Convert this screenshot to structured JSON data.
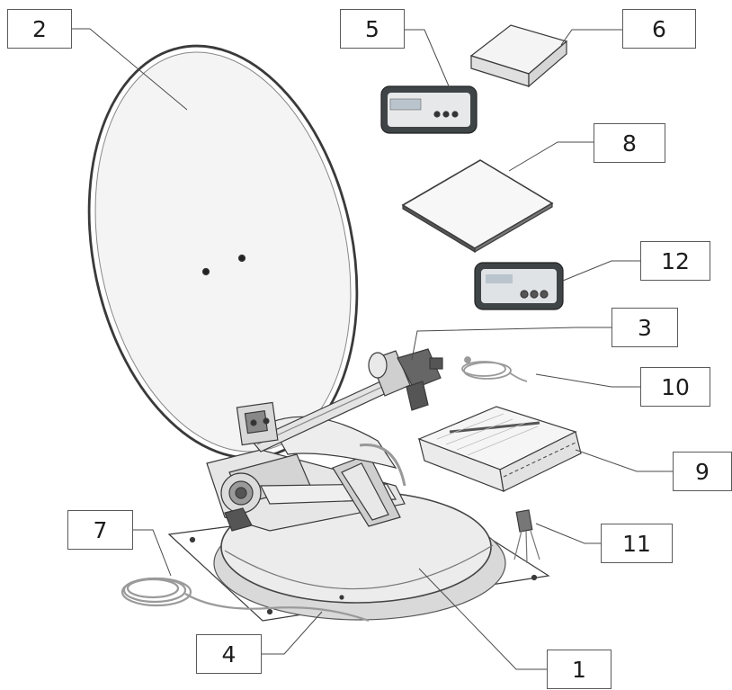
{
  "callouts": {
    "c1": "1",
    "c2": "2",
    "c3": "3",
    "c4": "4",
    "c5": "5",
    "c6": "6",
    "c7": "7",
    "c8": "8",
    "c9": "9",
    "c10": "10",
    "c11": "11",
    "c12": "12"
  },
  "colors": {
    "line": "#3a3a3a",
    "dish_fill": "#f4f4f4",
    "device_body": "#3f4547",
    "lcd": "#b9c4cc"
  }
}
